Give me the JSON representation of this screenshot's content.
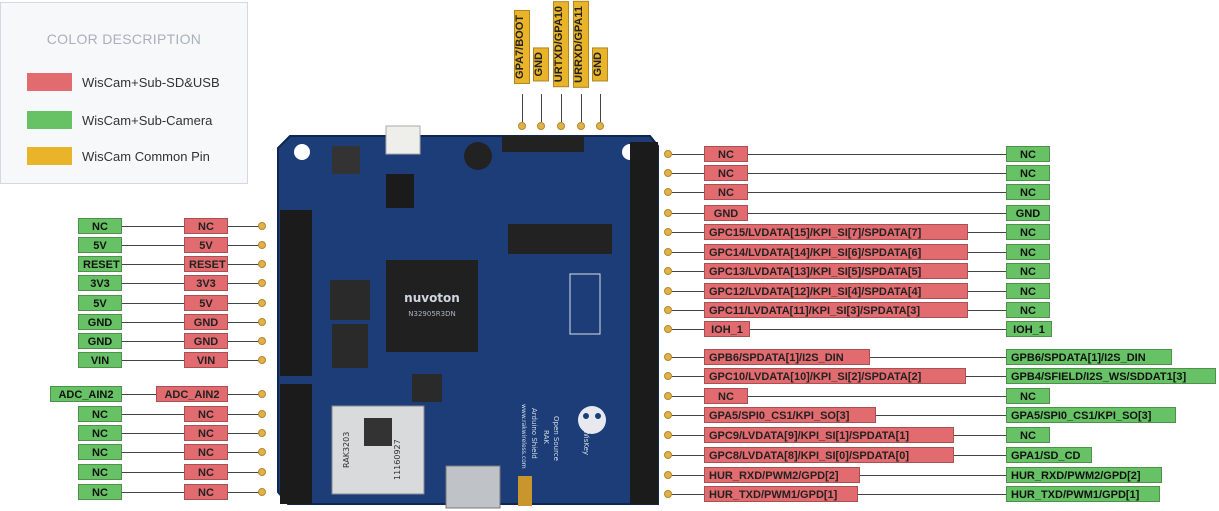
{
  "legend": {
    "title": "COLOR DESCRIPTION",
    "items": [
      {
        "label": "WisCam+Sub-SD&USB",
        "color": "#e26b6f"
      },
      {
        "label": "WisCam+Sub-Camera",
        "color": "#67c265"
      },
      {
        "label": "WisCam Common Pin",
        "color": "#e9b32a"
      }
    ]
  },
  "colors": {
    "red": "#e26b6f",
    "green": "#67c265",
    "gold": "#e9b32a",
    "board": "#1c3d78"
  },
  "top_pins": [
    "GPA7/BOOT",
    "GND",
    "URTXD/GPA10",
    "URRXD/GPA11",
    "GND"
  ],
  "left_pins": [
    {
      "green": "NC",
      "red": "NC"
    },
    {
      "green": "5V",
      "red": "5V"
    },
    {
      "green": "RESET",
      "red": "RESET"
    },
    {
      "green": "3V3",
      "red": "3V3"
    },
    {
      "green": "5V",
      "red": "5V"
    },
    {
      "green": "GND",
      "red": "GND"
    },
    {
      "green": "GND",
      "red": "GND"
    },
    {
      "green": "VIN",
      "red": "VIN"
    },
    {
      "green": "ADC_AIN2",
      "red": "ADC_AIN2"
    },
    {
      "green": "NC",
      "red": "NC"
    },
    {
      "green": "NC",
      "red": "NC"
    },
    {
      "green": "NC",
      "red": "NC"
    },
    {
      "green": "NC",
      "red": "NC"
    },
    {
      "green": "NC",
      "red": "NC"
    }
  ],
  "right_pins": [
    {
      "red": "NC",
      "green": "NC"
    },
    {
      "red": "NC",
      "green": "NC"
    },
    {
      "red": "NC",
      "green": "NC"
    },
    {
      "red": "GND",
      "green": "GND"
    },
    {
      "red": "GPC15/LVDATA[15]/KPI_SI[7]/SPDATA[7]",
      "green": "NC"
    },
    {
      "red": "GPC14/LVDATA[14]/KPI_SI[6]/SPDATA[6]",
      "green": "NC"
    },
    {
      "red": "GPC13/LVDATA[13]/KPI_SI[5]/SPDATA[5]",
      "green": "NC"
    },
    {
      "red": "GPC12/LVDATA[12]/KPI_SI[4]/SPDATA[4]",
      "green": "NC"
    },
    {
      "red": "GPC11/LVDATA[11]/KPI_SI[3]/SPDATA[3]",
      "green": "NC"
    },
    {
      "red": "IOH_1",
      "green": "IOH_1"
    },
    {
      "red": "GPB6/SPDATA[1]/I2S_DIN",
      "green": "GPB6/SPDATA[1]/I2S_DIN"
    },
    {
      "red": "GPC10/LVDATA[10]/KPI_SI[2]/SPDATA[2]",
      "green": "GPB4/SFIELD/I2S_WS/SDDAT1[3]"
    },
    {
      "red": "NC",
      "green": "NC"
    },
    {
      "red": "GPA5/SPI0_CS1/KPI_SO[3]",
      "green": "GPA5/SPI0_CS1/KPI_SO[3]"
    },
    {
      "red": "GPC9/LVDATA[9]/KPI_SI[1]/SPDATA[1]",
      "green": "NC"
    },
    {
      "red": "GPC8/LVDATA[8]/KPI_SI[0]/SPDATA[0]",
      "green": "GPA1/SD_CD"
    },
    {
      "red": "HUR_RXD/PWM2/GPD[2]",
      "green": "HUR_RXD/PWM2/GPD[2]"
    },
    {
      "red": "HUR_TXD/PWM1/GPD[1]",
      "green": "HUR_TXD/PWM1/GPD[1]"
    }
  ],
  "board": {
    "chip_brand": "nuvoton",
    "chip_part": "N32905R3DN",
    "module_name": "RAK3203",
    "module_id": "11160927",
    "silk": [
      "RAK",
      "Open Source",
      "WisKey",
      "Arduino Shield",
      "www.rakwireless.com"
    ]
  }
}
